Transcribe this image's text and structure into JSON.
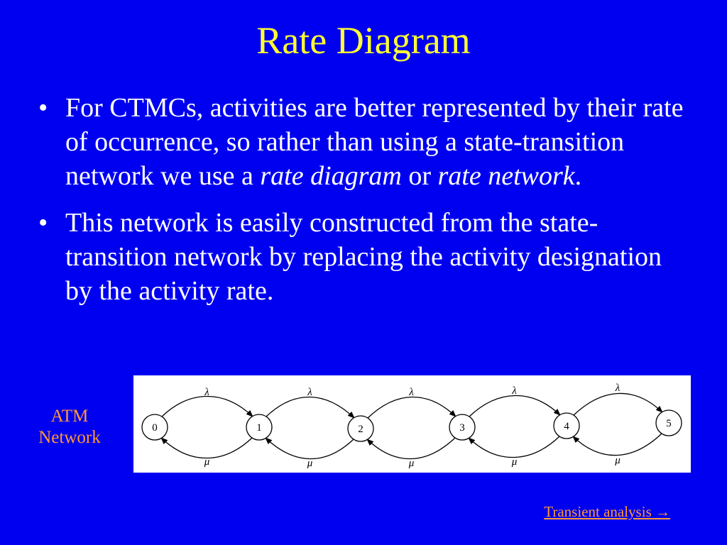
{
  "slide": {
    "title": "Rate Diagram",
    "bullets": [
      {
        "before": "For CTMCs, activities are better represented by their rate of occurrence, so rather than using a state-transition network we use a ",
        "italic1": "rate diagram",
        "middle": " or ",
        "italic2": "rate network",
        "after": "."
      },
      {
        "text": "This network is easily constructed from the state-transition network by replacing the activity designation by the activity rate."
      }
    ],
    "side_label": {
      "line1": "ATM",
      "line2": "Network"
    },
    "footer": {
      "link_text": "Transient analysis",
      "arrow": "→"
    }
  },
  "diagram": {
    "states": [
      "0",
      "1",
      "2",
      "3",
      "4",
      "5"
    ],
    "forward_rate_label": "λ",
    "backward_rate_label": "μ"
  },
  "colors": {
    "background": "#0000f0",
    "title": "#ffff33",
    "body_text": "#ffffff",
    "accent": "#ff9933"
  }
}
